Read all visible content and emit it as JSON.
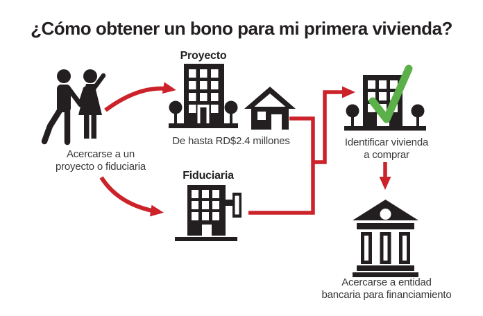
{
  "title": "¿Cómo obtener un bono para mi primera vivienda?",
  "colors": {
    "arrow_red": "#cc2229",
    "check_green": "#5cb04a",
    "icon_black": "#231f20",
    "text_dark": "#3a3738",
    "heading_dark": "#231f20"
  },
  "nodes": {
    "start": {
      "icon": "couple-icon",
      "label_line1": "Acercarse a un",
      "label_line2": "proyecto o fiduciaria"
    },
    "proyecto": {
      "heading": "Proyecto",
      "icons": [
        "office-building-icon",
        "house-icon"
      ],
      "caption": "De hasta RD$2.4 millones"
    },
    "fiduciaria": {
      "heading": "Fiduciaria",
      "icon": "building-with-sign-icon"
    },
    "identificar": {
      "icon": "building-with-checkmark-icon",
      "check_icon": "checkmark-icon",
      "label_line1": "Identificar vivienda",
      "label_line2": "a comprar"
    },
    "banco": {
      "icon": "bank-icon",
      "label_line1": "Acercarse a entidad",
      "label_line2": "bancaria para financiamiento"
    }
  },
  "edges": [
    {
      "from": "start",
      "to": "proyecto",
      "style": "curved-arrow"
    },
    {
      "from": "start",
      "to": "fiduciaria",
      "style": "curved-arrow"
    },
    {
      "from": "proyecto",
      "to": "identificar",
      "style": "elbow-line"
    },
    {
      "from": "fiduciaria",
      "to": "identificar",
      "style": "elbow-line"
    },
    {
      "from": "identificar",
      "to": "banco",
      "style": "straight-arrow"
    }
  ]
}
